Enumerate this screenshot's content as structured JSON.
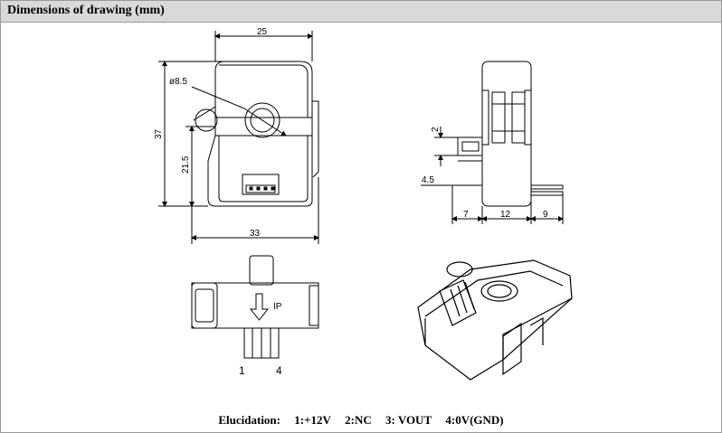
{
  "header": {
    "title": "Dimensions of drawing (mm)"
  },
  "front_view": {
    "width_top": "25",
    "hole_diameter": "ø8.5",
    "height_total": "37",
    "height_lower": "21.5",
    "width_bottom": "33"
  },
  "side_view": {
    "dim_small": "2",
    "dim_pin_offset": "4.5",
    "dim_left": "7",
    "dim_mid": "12",
    "dim_right": "9"
  },
  "bottom_view": {
    "current_label": "IP",
    "pin_first": "1",
    "pin_last": "4"
  },
  "caption": {
    "label": "Elucidation:",
    "pin1": "1:+12V",
    "pin2": "2:NC",
    "pin3": "3: VOUT",
    "pin4": "4:0V(GND)"
  }
}
